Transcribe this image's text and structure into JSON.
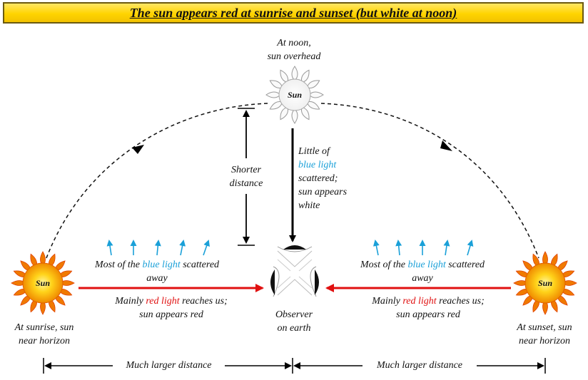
{
  "title": "The sun appears red at sunrise and sunset (but white at noon)",
  "noon": {
    "line1": "At noon,",
    "line2": "sun overhead",
    "sun_label": "Sun"
  },
  "sunrise": {
    "sun_label": "Sun",
    "line1": "At sunrise, sun",
    "line2": "near horizon"
  },
  "sunset": {
    "sun_label": "Sun",
    "line1": "At sunset, sun",
    "line2": "near horizon"
  },
  "shorter": {
    "line1": "Shorter",
    "line2": "distance"
  },
  "noon_scatter": {
    "line1": "Little of",
    "line2": "blue light",
    "line3": "scattered;",
    "line4": "sun appears",
    "line5": "white"
  },
  "left_scatter": {
    "prefix": "Most of the ",
    "blue": "blue light",
    "suffix": " scattered",
    "line2": "away"
  },
  "right_scatter": {
    "prefix": "Most of the ",
    "blue": "blue light",
    "suffix": " scattered",
    "line2": "away"
  },
  "left_red": {
    "prefix": "Mainly ",
    "red": "red light",
    "suffix": " reaches us;",
    "line2": "sun appears red"
  },
  "right_red": {
    "prefix": "Mainly ",
    "red": "red light",
    "suffix": " reaches us;",
    "line2": "sun appears red"
  },
  "observer": {
    "line1": "Observer",
    "line2": "on earth"
  },
  "distance_left": "Much larger distance",
  "distance_right": "Much larger distance",
  "colors": {
    "blue": "#1aa0d8",
    "red": "#e01010",
    "title_bg": "#ffd400"
  }
}
